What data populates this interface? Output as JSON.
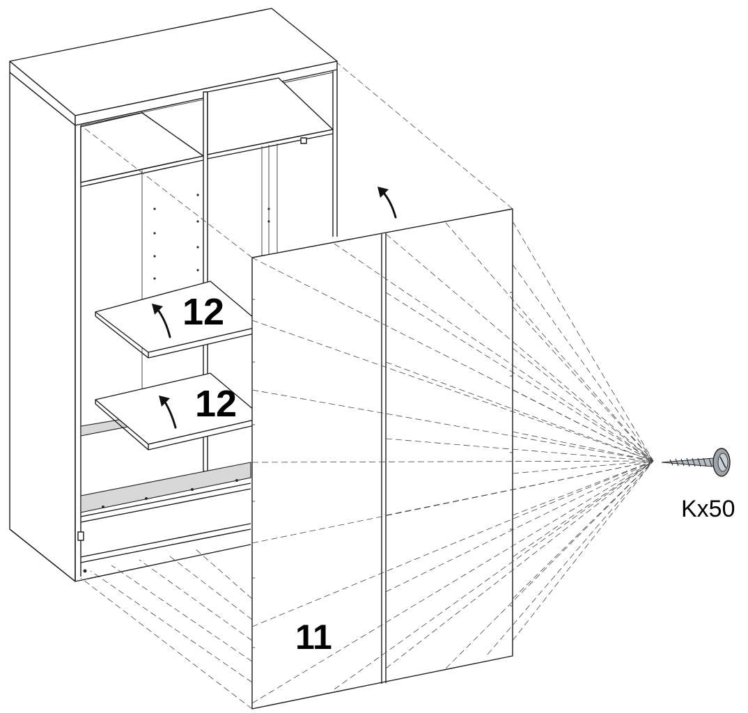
{
  "labels": {
    "shelf_upper": "12",
    "shelf_lower": "12",
    "back_panel": "11",
    "screw_quantity": "Kx50"
  },
  "icons": {
    "fastener": "screw-icon",
    "rotation": "curved-arrow-icon"
  },
  "colors": {
    "line": "#1a1a1a",
    "fill": "#ffffff",
    "rail": "#d8d8d8"
  }
}
